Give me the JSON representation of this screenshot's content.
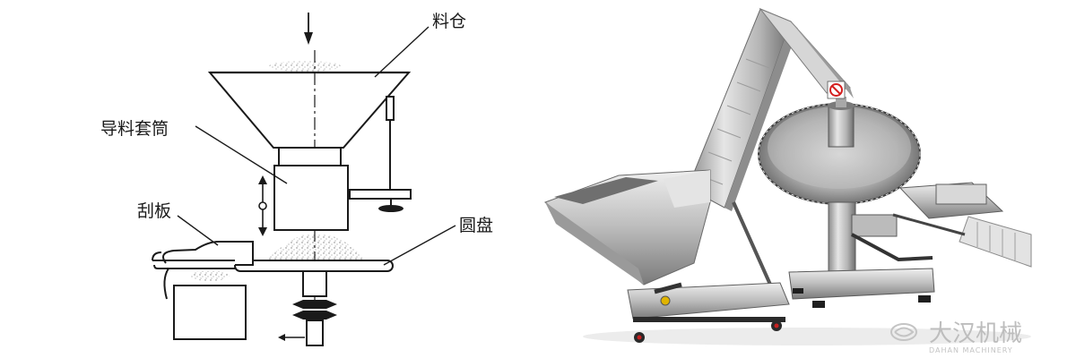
{
  "diagram": {
    "labels": {
      "hopper": "料仓",
      "guide_sleeve": "导料套筒",
      "scraper": "刮板",
      "disc": "圆盘"
    }
  },
  "photo": {
    "warning_sign_icon": "no-entry-sign-icon"
  },
  "watermark": {
    "brand_cn": "大汉机械",
    "brand_en": "DAHAN MACHINERY"
  },
  "colors": {
    "line": "#1a1a1a",
    "steel_light": "#dcdcdc",
    "steel_dark": "#7d7d7d",
    "sign_red": "#d42020",
    "watermark": "#bdbdbd"
  }
}
